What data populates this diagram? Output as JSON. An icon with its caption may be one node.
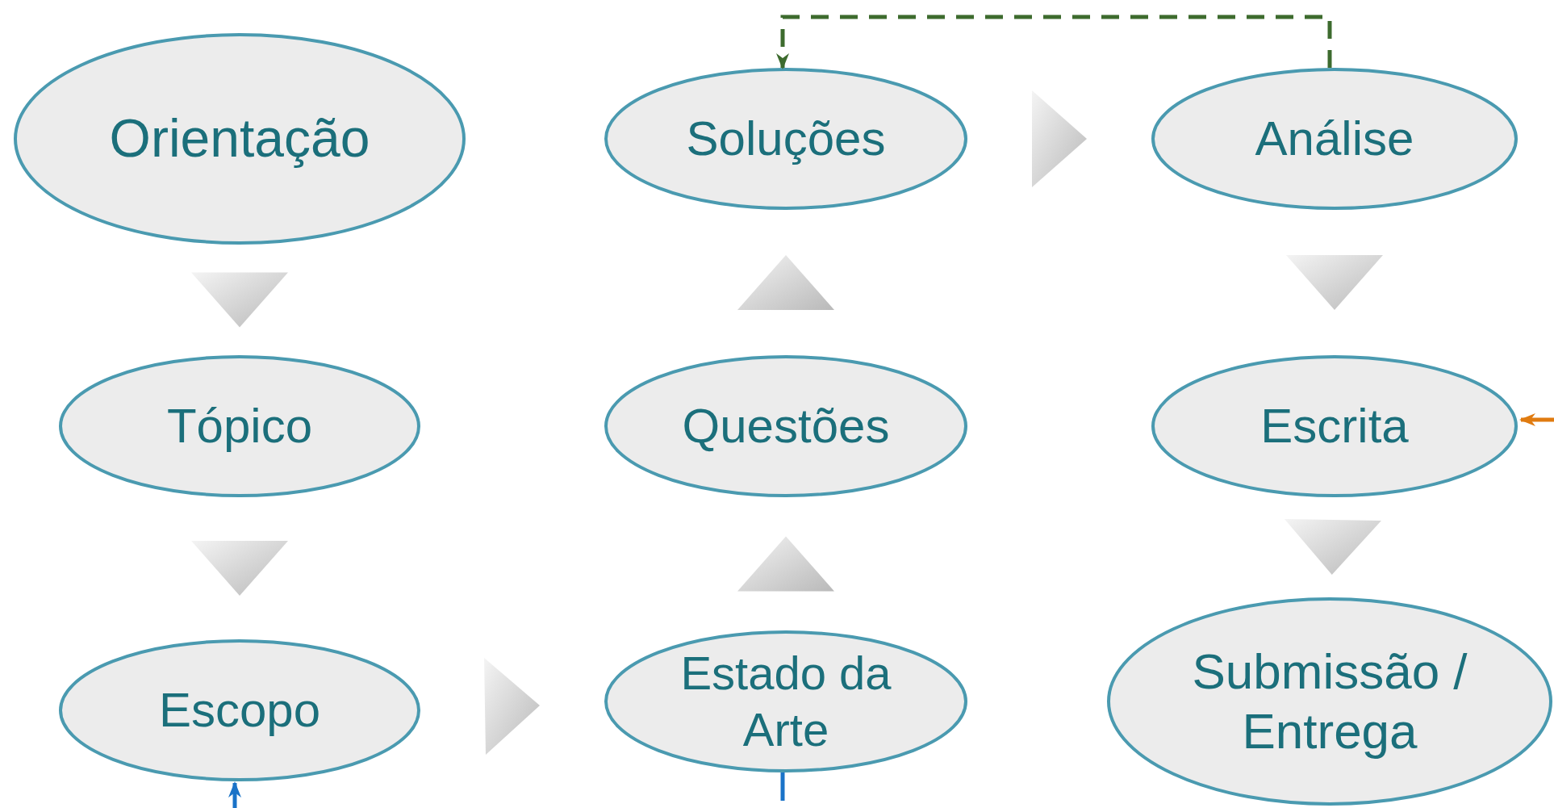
{
  "diagram": {
    "nodes": [
      {
        "text": [
          "Orientação"
        ]
      },
      {
        "text": [
          "Tópico"
        ]
      },
      {
        "text": [
          "Escopo"
        ]
      },
      {
        "text": [
          "Estado da Arte"
        ]
      },
      {
        "text": [
          "Questões"
        ]
      },
      {
        "text": [
          "Soluções"
        ]
      },
      {
        "text": [
          "Análise"
        ]
      },
      {
        "text": [
          "Escrita"
        ]
      },
      {
        "text": [
          "Submissão / Entrega"
        ]
      }
    ],
    "edges": [
      {
        "from": 0,
        "to": 1,
        "arrow": "to"
      },
      {
        "from": 1,
        "to": 2,
        "arrow": "to"
      },
      {
        "from": 2,
        "to": 3,
        "arrow": "to"
      },
      {
        "from": 3,
        "to": 4,
        "arrow": "to"
      },
      {
        "from": 4,
        "to": 5,
        "arrow": "to"
      },
      {
        "from": 5,
        "to": 6,
        "arrow": "to"
      },
      {
        "from": 6,
        "to": 7,
        "arrow": "to"
      },
      {
        "from": 7,
        "to": 8,
        "arrow": "to"
      },
      {
        "from": 6,
        "to": 5,
        "arrow": "to",
        "style": "dashed",
        "color": "#3d6b2e"
      },
      {
        "from": 3,
        "to": null,
        "arrow": "none",
        "color": "#1a73c8"
      },
      {
        "from": null,
        "to": 2,
        "arrow": "to",
        "color": "#1a73c8"
      },
      {
        "from": null,
        "to": 7,
        "arrow": "to",
        "color": "#e07b10"
      }
    ]
  }
}
